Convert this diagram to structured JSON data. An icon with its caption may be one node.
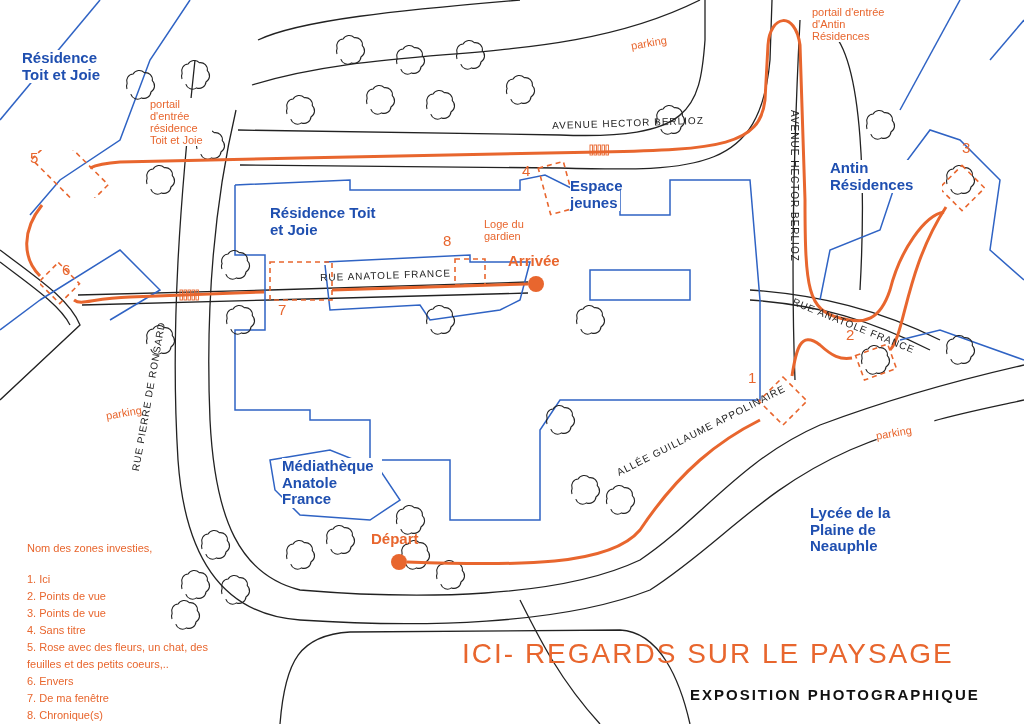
{
  "diagram": {
    "title": "ICI- REGARDS SUR LE PAYSAGE",
    "caption": "EXPOSITION PHOTOGRAPHIQUE",
    "nodes": [
      {
        "text": [
          "1"
        ]
      },
      {
        "text": [
          "2"
        ]
      },
      {
        "text": [
          "3"
        ]
      },
      {
        "text": [
          "4"
        ]
      },
      {
        "text": [
          "5"
        ]
      },
      {
        "text": [
          "6"
        ]
      },
      {
        "text": [
          "7"
        ]
      },
      {
        "text": [
          "8"
        ]
      },
      {
        "text": [],
        "shape": "circle",
        "beside": [
          "Départ"
        ]
      },
      {
        "text": [],
        "shape": "circle",
        "beside": [
          "Arrivée"
        ]
      }
    ],
    "edges": [
      {
        "from": 8,
        "to": 0,
        "arrow": "none"
      },
      {
        "from": 0,
        "to": 1,
        "arrow": "none"
      },
      {
        "from": 1,
        "to": 2,
        "arrow": "none"
      },
      {
        "from": 2,
        "to": 4,
        "arrow": "none"
      },
      {
        "from": 4,
        "to": 5,
        "arrow": "none"
      },
      {
        "from": 5,
        "to": 6,
        "arrow": "none"
      },
      {
        "from": 6,
        "to": 9,
        "arrow": "none"
      }
    ],
    "labels": [
      "Résidence Toit et Joie",
      "portail d'entrée résidence Toit et Joie",
      "parking",
      "AVENUE HECTOR BERLIOZ",
      "portail d'entrée d'Antin Résidences",
      "AVENUE HECTOR BERLIOZ",
      "Antin Résidences",
      "Espace jeunes",
      "Résidence Toit et Joie",
      "Loge du gardien",
      "RUE ANATOLE FRANCE",
      "RUE ANATOLE FRANCE",
      "parking",
      "RUE PIERRE DE RONSARD",
      "Médiathèque Anatole France",
      "ALLÉE GUILLAUME APPOLINAIRE",
      "parking",
      "Lycée de la Plaine de Neauphle",
      "Nom des zones investies,",
      "1. Ici",
      "2. Points de vue",
      "3. Points de vue",
      "4. Sans titre",
      "5. Rose avec des fleurs, un chat, des feuilles et des petits coeurs,..",
      "6. Envers",
      "7. De ma fenêtre",
      "8. Chronique(s)"
    ]
  }
}
